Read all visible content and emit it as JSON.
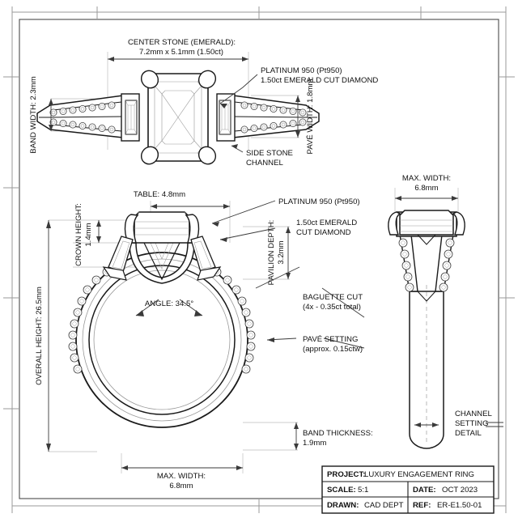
{
  "sheet": {
    "background": "#ffffff",
    "line_color": "#1a1a1a",
    "thin_color": "#8a8a8a",
    "dim_color": "#555555"
  },
  "views": {
    "top": {
      "name": "top-view",
      "annotations": {
        "center_stone_l1": "CENTER STONE (EMERALD):",
        "center_stone_l2": "7.2mm x 5.1mm (1.50ct)",
        "platinum_l1": "PLATINUM 950 (Pt950)",
        "platinum_l2": "1.50ct EMERALD CUT DIAMOND",
        "side_stone_l1": "SIDE STONE",
        "side_stone_l2": "CHANNEL",
        "band_width": "BAND WIDTH: 2.3mm",
        "pave_width": "PAVÉ WIDTH: 1.8mm"
      }
    },
    "profile": {
      "name": "profile-view",
      "annotations": {
        "table": "TABLE: 4.8mm",
        "platinum": "PLATINUM 950 (Pt950)",
        "emerald_l1": "1.50ct EMERALD",
        "emerald_l2": "CUT DIAMOND",
        "pavilion_l1": "PAVILION DEPTH:",
        "pavilion_l2": "3.2mm",
        "crown_l1": "CROWN HEIGHT:",
        "crown_l2": "1.4mm",
        "overall_height": "OVERALL HEIGHT: 26.5mm",
        "angle": "ANGLE: 34.5°",
        "baguette_l1": "BAGUETTE CUT",
        "baguette_l2": "(4x - 0.35ct total)",
        "pave_setting_l1": "PAVÉ SETTING",
        "pave_setting_l2": "(approx. 0.15ctw)",
        "band_thickness_l1": "BAND THICKNESS:",
        "band_thickness_l2": "1.9mm",
        "max_width_l1": "MAX. WIDTH:",
        "max_width_l2": "6.8mm"
      }
    },
    "front": {
      "name": "front-view",
      "annotations": {
        "max_width_l1": "MAX. WIDTH:",
        "max_width_l2": "6.8mm",
        "channel_l1": "CHANNEL",
        "channel_l2": "SETTING",
        "channel_l3": "DETAIL"
      }
    }
  },
  "title_block": {
    "rows": [
      {
        "key": "PROJECT:",
        "value": "LUXURY ENGAGEMENT RING"
      },
      {
        "key": "SCALE:",
        "value": "5:1"
      },
      {
        "key": "DATE:",
        "value": "OCT 2023"
      },
      {
        "key": "DRAWN:",
        "value": "CAD DEPT"
      },
      {
        "key": "REF:",
        "value": "ER-E1.50-01"
      }
    ]
  }
}
